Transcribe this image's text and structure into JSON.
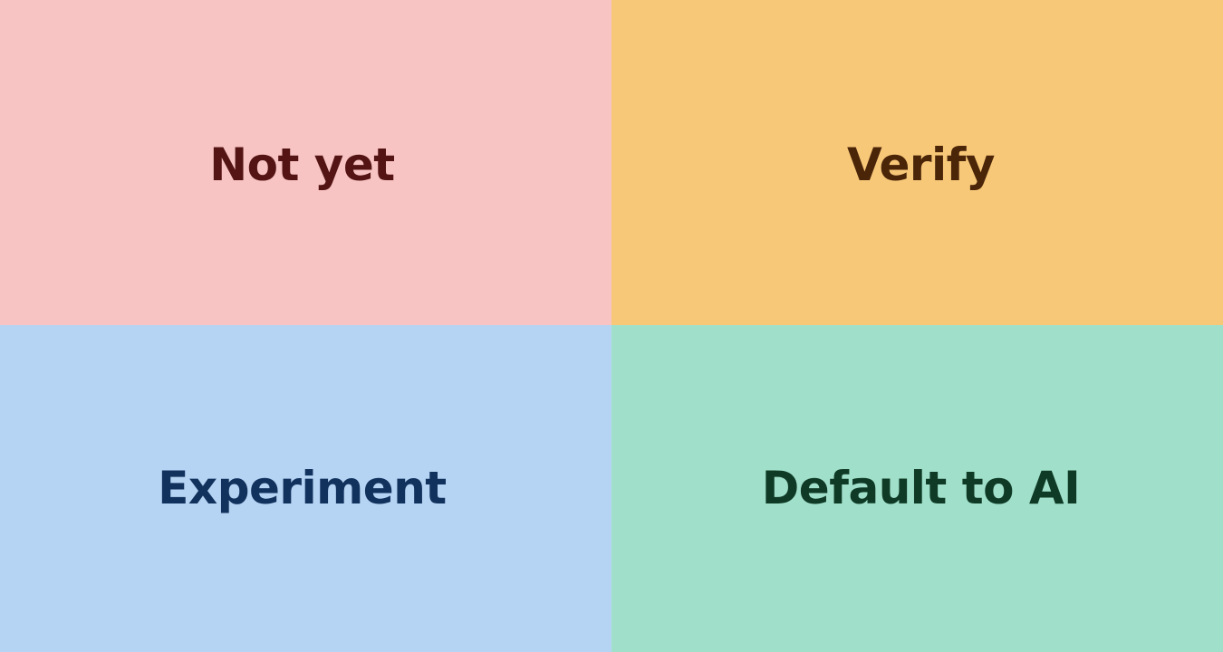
{
  "quadrants": {
    "top_left": {
      "label": "Not yet",
      "background": "#f7c3c3",
      "text_color": "#541414"
    },
    "top_right": {
      "label": "Verify",
      "background": "#f8c879",
      "text_color": "#4a2508"
    },
    "bottom_left": {
      "label": "Experiment",
      "background": "#b5d3f2",
      "text_color": "#12325e"
    },
    "bottom_right": {
      "label": "Default to AI",
      "background": "#a0e0cb",
      "text_color": "#0f3a26"
    }
  }
}
